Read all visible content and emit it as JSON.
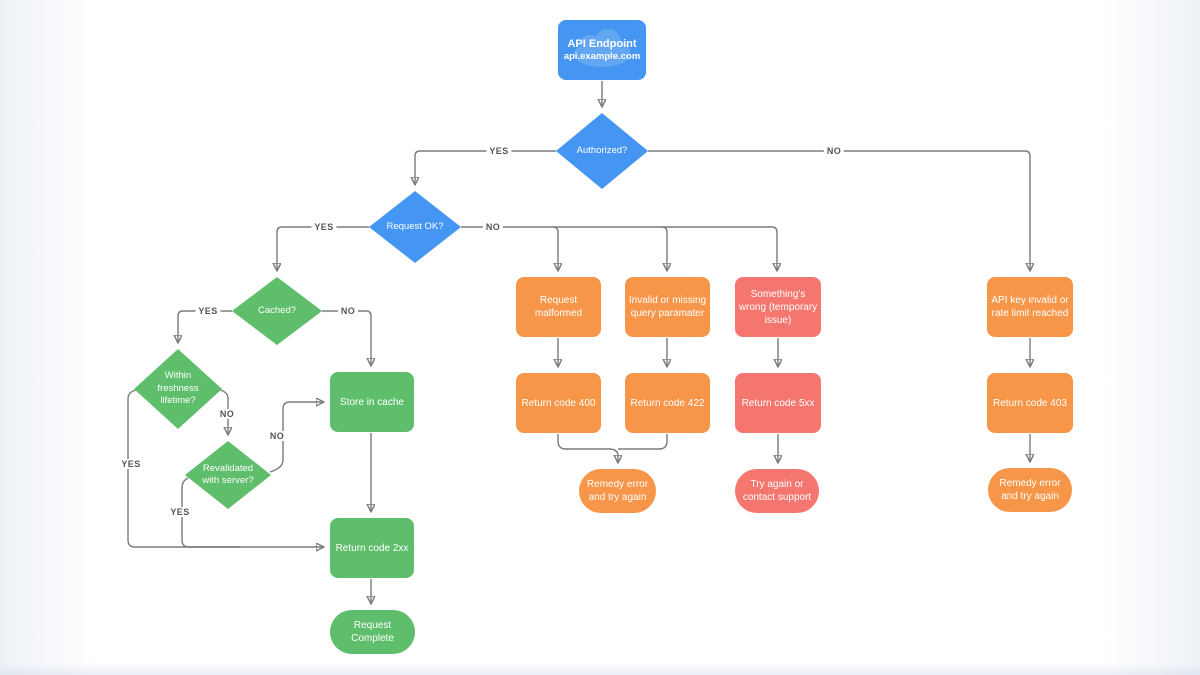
{
  "nodes": {
    "api_endpoint": {
      "title": "API Endpoint",
      "subtitle": "api.example.com"
    },
    "authorized": {
      "label": "Authorized?"
    },
    "request_ok": {
      "label": "Request OK?"
    },
    "cached": {
      "label": "Cached?"
    },
    "within_freshness": {
      "label": "Within\nfreshness\nlifetime?"
    },
    "revalidated": {
      "label": "Revalidated\nwith server?"
    },
    "store_in_cache": {
      "label": "Store in cache"
    },
    "return_2xx": {
      "label": "Return code 2xx"
    },
    "request_complete": {
      "label": "Request\nComplete"
    },
    "request_malformed": {
      "label": "Request\nmalformed"
    },
    "invalid_query": {
      "label": "Invalid or missing\nquery paramater"
    },
    "somethings_wrong": {
      "label": "Something's\nwrong (temporary\nissue)"
    },
    "api_key_invalid": {
      "label": "API key invalid or\nrate limit reached"
    },
    "return_400": {
      "label": "Return code 400"
    },
    "return_422": {
      "label": "Return code 422"
    },
    "return_5xx": {
      "label": "Return code 5xx"
    },
    "return_403": {
      "label": "Return code 403"
    },
    "remedy_error_1": {
      "label": "Remedy error\nand try again"
    },
    "try_again_support": {
      "label": "Try again or\ncontact support"
    },
    "remedy_error_2": {
      "label": "Remedy error\nand try again"
    }
  },
  "edge_labels": {
    "authorized_yes": "YES",
    "authorized_no": "NO",
    "request_ok_yes": "YES",
    "request_ok_no": "NO",
    "cached_yes": "YES",
    "cached_no": "NO",
    "freshness_no": "NO",
    "freshness_yes": "YES",
    "revalidated_no": "NO",
    "revalidated_yes": "YES"
  },
  "colors": {
    "blue": "#4596F2",
    "green": "#5FBE6C",
    "orange": "#F79649",
    "red": "#F5766F",
    "connector": "#7B7B7B",
    "edge_label_text": "#555555",
    "node_text": "#FFFFFF",
    "background": "#FFFFFF"
  }
}
